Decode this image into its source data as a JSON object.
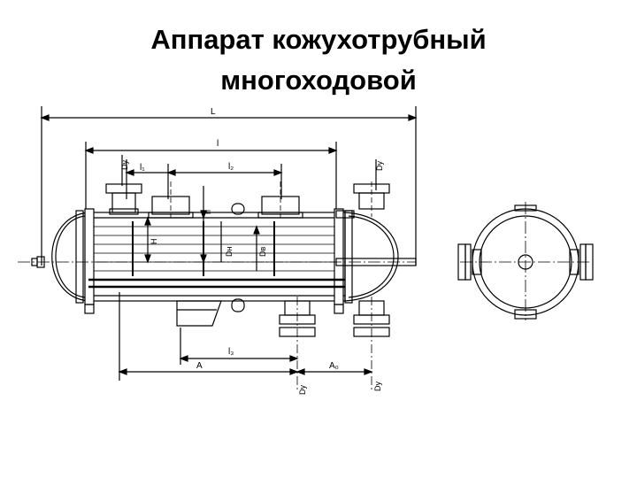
{
  "title": {
    "line1": "Аппарат кожухотрубный",
    "line2": "многоходовой"
  },
  "drawing": {
    "labels": {
      "L": "L",
      "l": "l",
      "l1": "l₁",
      "l2": "l₂",
      "l3": "l₃",
      "A": "A",
      "A0": "A₀",
      "H": "H",
      "h": "h",
      "dy": "Dy",
      "dn": "Dн",
      "dv": "Dв"
    }
  }
}
